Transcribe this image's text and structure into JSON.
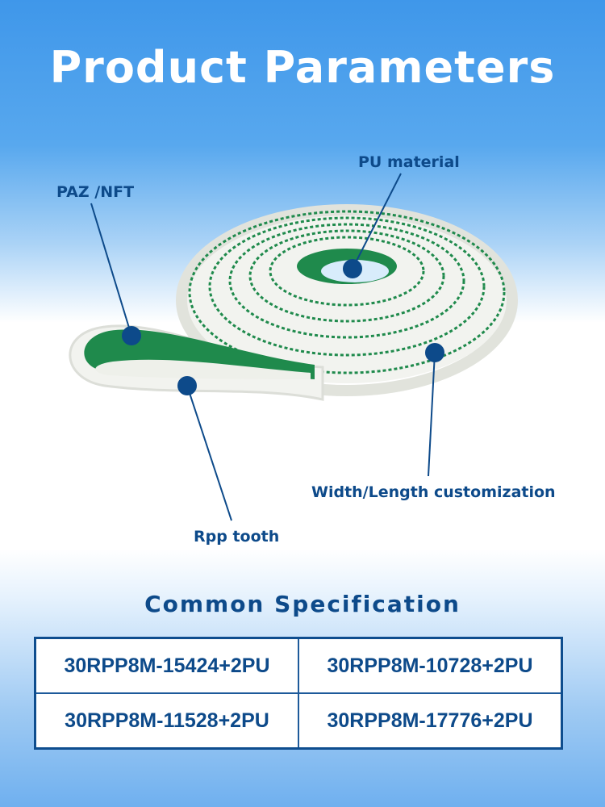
{
  "title": "Product Parameters",
  "callouts": {
    "paz": "PAZ /NFT",
    "pu": "PU material",
    "width_length": "Width/Length customization",
    "rpp": "Rpp tooth"
  },
  "spec": {
    "title": "Common Specification",
    "rows": [
      [
        "30RPP8M-15424+2PU",
        "30RPP8M-10728+2PU"
      ],
      [
        "30RPP8M-11528+2PU",
        "30RPP8M-17776+2PU"
      ]
    ]
  },
  "colors": {
    "accent": "#0d4a8a",
    "belt_teeth": "#1f8a4c",
    "header_blue": "#4a9fe8"
  }
}
